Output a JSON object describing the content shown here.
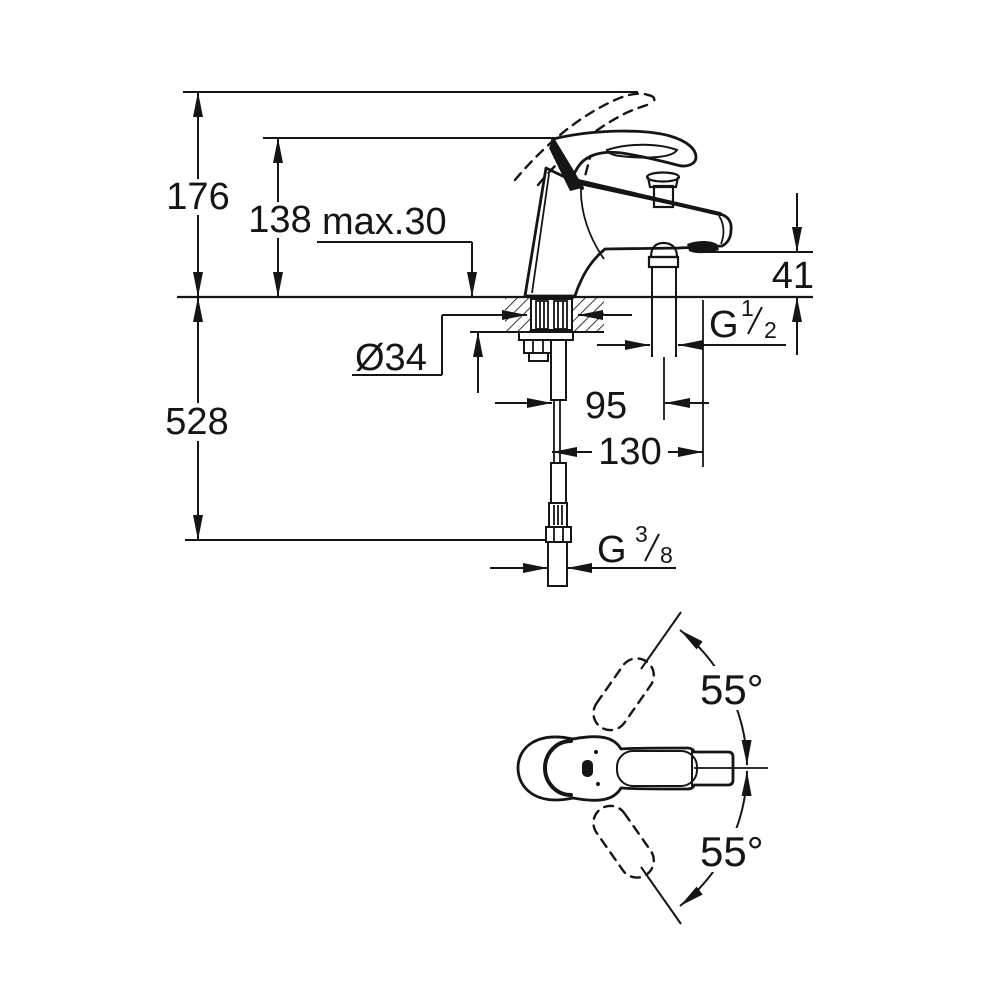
{
  "drawing": {
    "ink_color": "#151515",
    "background_color": "#ffffff",
    "labels": {
      "overall_height": "176",
      "lever_height": "138",
      "max_mounting_thickness": "max.30",
      "outlet_height": "41",
      "hole_diameter": "Ø34",
      "shower_outlet_offset": "95",
      "spout_projection": "130",
      "hose_length": "528",
      "shower_thread_prefix": "G",
      "shower_thread_numerator": "1",
      "shower_thread_denominator": "2",
      "supply_thread_prefix": "G",
      "supply_thread_numerator": "3",
      "supply_thread_denominator": "8",
      "swing_upper": "55°",
      "swing_lower": "55°"
    }
  }
}
